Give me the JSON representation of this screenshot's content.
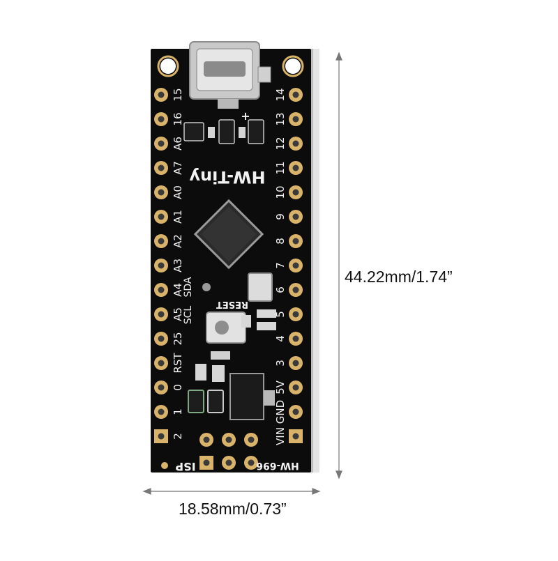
{
  "board": {
    "name": "HW-Tiny",
    "model": "HW-696",
    "reset_label": "RESET",
    "isp_label": "ISP",
    "plus_sign": "+",
    "colors": {
      "pcb": "#0c0c0c",
      "pad": "#d9b36a",
      "silk": "#f2f2f2"
    },
    "left_pins": [
      "15",
      "16",
      "A6",
      "A7",
      "A0",
      "A1",
      "A2",
      "A3",
      "A4",
      "A5",
      "25",
      "RST",
      "0",
      "1",
      "2"
    ],
    "right_pins": [
      "14",
      "13",
      "12",
      "11",
      "10",
      "9",
      "8",
      "7",
      "6",
      "5",
      "4",
      "3",
      "5V",
      "GND",
      "VIN"
    ],
    "bus_labels": [
      "SDA",
      "SCL"
    ]
  },
  "dimensions": {
    "height": "44.22mm/1.74”",
    "width": "18.58mm/0.73”"
  }
}
